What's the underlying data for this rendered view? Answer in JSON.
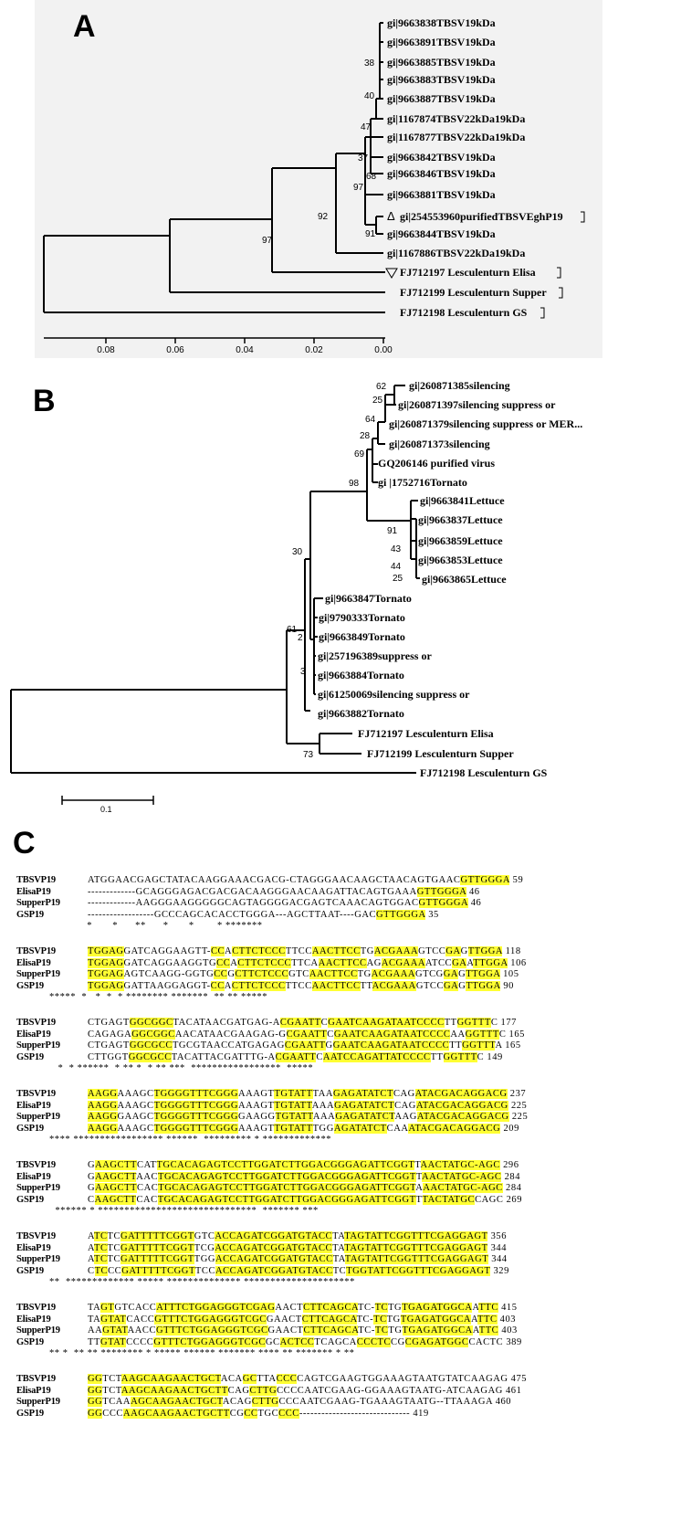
{
  "panels": {
    "A": "A",
    "B": "B",
    "C": "C"
  },
  "treeA": {
    "labels": [
      "gi|9663838TBSV19kDa",
      "gi|9663891TBSV19kDa",
      "gi|9663885TBSV19kDa",
      "gi|9663883TBSV19kDa",
      "gi|9663887TBSV19kDa",
      "gi|1167874TBSV22kDa19kDa",
      "gi|1167877TBSV22kDa19kDa",
      "gi|9663842TBSV19kDa",
      "gi|9663846TBSV19kDa",
      "gi|9663881TBSV19kDa",
      "gi|254553960purifiedTBSVEghP19",
      "gi|9663844TBSV19kDa",
      "gi|1167886TBSV22kDa19kDa",
      "FJ712197 Lesculenturn Elisa",
      "FJ712199 Lesculenturn Supper",
      "FJ712198 Lesculenturn GS"
    ],
    "bootstraps": [
      "38",
      "40",
      "47",
      "37",
      "68",
      "97",
      "92",
      "97",
      "91"
    ],
    "axis_ticks": [
      "0.08",
      "0.06",
      "0.04",
      "0.02",
      "0.00"
    ]
  },
  "treeB": {
    "labels": [
      "gi|260871385silencing",
      "gi|260871397silencing suppress or",
      "gi|260871379silencing suppress or MER...",
      "gi|260871373silencing",
      "GQ206146 purified virus",
      "gi |1752716Tornato",
      "gi|9663841Lettuce",
      "gi|9663837Lettuce",
      "gi|9663859Lettuce",
      "gi|9663853Lettuce",
      "gi|9663865Lettuce",
      "gi|9663847Tornato",
      "gi|9790333Tornato",
      "gi|9663849Tornato",
      "gi|257196389suppress or",
      "gi|9663884Tornato",
      "gi|61250069silencing suppress or",
      "gi|9663882Tornato",
      "FJ712197 Lesculenturn Elisa",
      "FJ712199 Lesculenturn Supper",
      "FJ712198 Lesculenturn GS"
    ],
    "bootstraps": [
      "62",
      "25",
      "64",
      "28",
      "69",
      "98",
      "91",
      "43",
      "44",
      "25",
      "30",
      "61",
      "2",
      "3",
      "73"
    ],
    "scale": "0.1"
  },
  "alignment": [
    {
      "rows": [
        {
          "label": "TBSVP19",
          "seq": "ATGGAACGAGCTATACAAGGAAACGACG-CTAGGGAACAAGCTAACAGTGAAC[GTTGGGA] 59"
        },
        {
          "label": "ElisaP19",
          "seq": "-------------GCAGGGAGACGACGACAAGGGAACAAGATTACAGTGAAA[GTTGGGA] 46"
        },
        {
          "label": "SupperP19",
          "seq": "-------------AAGGGAAGGGGGCAGTAGGGGACGAGTCAAACAGTGGAC[GTTGGGA] 46"
        },
        {
          "label": "GSP19",
          "seq": "------------------GCCCAGCACACCTGGGA---AGCTTAAT----GAC[GTTGGGA] 35"
        }
      ],
      "stars": "             *       *      **      *       *        * *******"
    },
    {
      "rows": [
        {
          "label": "TBSVP19",
          "seq": "[TGGAG]GATCAGGAAGTT-[CC]A[CTTCTCCC]TTCC[AACTTCC]TG[ACGAAA]GTCC[GA]G[TTGGA] 118"
        },
        {
          "label": "ElisaP19",
          "seq": "[TGGAG]GATCAGGAAGGTG[CC]A[CTTCTCCC]TTCA[AACTTCC]AG[ACGAAA]ATCC[GA]A[TTGGA] 106"
        },
        {
          "label": "SupperP19",
          "seq": "[TGGAG]AGTCAAGG-GGTG[CC]G[CTTCTCCC]GTC[AACTTCC]TG[ACGAAA]GTCG[GA]G[TTGGA] 105"
        },
        {
          "label": "GSP19",
          "seq": "[TGGAG]GATTAAGGAGGT-[CC]A[CTTCTCCC]TTCC[AACTTCC]TT[ACGAAA]GTCC[GA]G[TTGGA] 90"
        }
      ],
      "stars": "*****  *   *  *  * ******** *******  ** ** *****"
    },
    {
      "rows": [
        {
          "label": "TBSVP19",
          "seq": "CTGAGT[GGCGGC]TACATAACGATGAG-A[CGAATT]C[GAATCAAGATAATCCCC]TT[GGTTT]C 177"
        },
        {
          "label": "ElisaP19",
          "seq": "CAGAGA[GGCGGC]AACATAACGAAGAG-G[CGAATT]C[GAATCAAGATAATCCCC]AA[GGTTT]C 165"
        },
        {
          "label": "SupperP19",
          "seq": "CTGAGT[GGCGCC]TGCGTAACCATGAGAG[CGAATT]G[GAATCAAGATAATCCCC]TT[GGTTT]A 165"
        },
        {
          "label": "GSP19",
          "seq": "CTTGGT[GGCGCC]TACATTACGATTTG-A[CGAATT]C[AATCCAGATTATCCCC]TT[GGTTT]C 149"
        }
      ],
      "stars": "   *  * ******  * ** *  * ** ***  *****************  *****"
    },
    {
      "rows": [
        {
          "label": "TBSVP19",
          "seq": "[AAGG]AAAGC[TGGGGTTTCGGG]AAAGT[TGTATT]TAA[GAGATATCT]CAG[ATACGACAGGACG] 237"
        },
        {
          "label": "ElisaP19",
          "seq": "[AAGG]AAAGC[TGGGGTTTCGGG]AAAGT[TGTATT]AAA[GAGATATCT]CAG[ATACGACAGGACG] 225"
        },
        {
          "label": "SupperP19",
          "seq": "[AAGG]GAAGC[TGGGGTTTCGGG]GAAGG[TGTATT]AAA[GAGATATCT]AAG[ATACGACAGGACG] 225"
        },
        {
          "label": "GSP19",
          "seq": "[AAGG]AAAGC[TGGGGTTTCGGG]AAAGT[TGTATT]TGG[AGATATCT]CAA[ATACGACAGGACG] 209"
        }
      ],
      "stars": "**** ***************** ******  ********* * *************"
    },
    {
      "rows": [
        {
          "label": "TBSVP19",
          "seq": "G[AAGCTT]CAT[TGCACAGAGTCCTTGGATCTTGGACGGGAGATTCGGT]T[AACTATGC-AGC] 296"
        },
        {
          "label": "ElisaP19",
          "seq": "G[AAGCTT]AAC[TGCACAGAGTCCTTGGATCTTGGACGGGAGATTCGGT]T[AACTATGC-AGC] 284"
        },
        {
          "label": "SupperP19",
          "seq": "G[AAGCTT]CAC[TGCACAGAGTCCTTGGATCTTGGACGGGAGATTCGGT]A[AACTATGC-AGC] 284"
        },
        {
          "label": "GSP19",
          "seq": "C[AAGCTT]CAC[TGCACAGAGTCCTTGGATCTTGGACGGGAGATTCGGT]T[TACTATGC]CAGC 269"
        }
      ],
      "stars": "  ****** * ******************************  ******* ***"
    },
    {
      "rows": [
        {
          "label": "TBSVP19",
          "seq": "A[TC]TC[GATTTTTCGGT]GTC[ACCAGATCGGATGTACC]TA[TAGTATTCGGTTTCGAGGAGT] 356"
        },
        {
          "label": "ElisaP19",
          "seq": "A[TC]TC[GATTTTTCGGT]TCG[ACCAGATCGGATGTACC]TA[TAGTATTCGGTTTCGAGGAGT] 344"
        },
        {
          "label": "SupperP19",
          "seq": "A[TC]TC[GATTTTTCGGT]TGG[ACCAGATCGGATGTACC]TA[TAGTATTCGGTTTCGAGGAGT] 344"
        },
        {
          "label": "GSP19",
          "seq": "C[TC]CC[GATTTTTCGGT]TCC[ACCAGATCGGATGTACC]TC[TGGTATTCGGTTTCGAGGAGT] 329"
        }
      ],
      "stars": "**  ************* ***** ************** *********************"
    },
    {
      "rows": [
        {
          "label": "TBSVP19",
          "seq": "TA[GT]GTCACC[ATTTCTGGAGGGTCGAG]AACT[CTTCAGCA]TC-[TC]TG[TGAGATGGCA]A[TTC] 415"
        },
        {
          "label": "ElisaP19",
          "seq": "TA[GTAT]CACC[GTTTCTGGAGGGTCGC]GAACT[CTTCAGCA]TC-[TC]TG[TGAGATGGCA]A[TTC] 403"
        },
        {
          "label": "SupperP19",
          "seq": "AA[GTAT]AACC[GTTTCTGGAGGGTCGC]GAACT[CTTCAGCA]TC-[TC]TG[TGAGATGGCA]A[TTC] 403"
        },
        {
          "label": "GSP19",
          "seq": "TT[GTAT]CCCC[GTTTCTGGAGGGTCGC]GC[ACTCC]TCAGCA[CCCTC]CG[CGAGATGGC]CACTC 389"
        }
      ],
      "stars": "** *  ** ** ******** * ***** ****** ******* **** ** ******* * **"
    },
    {
      "rows": [
        {
          "label": "TBSVP19",
          "seq": "[GG]TCT[AAGCAAGAACTGCT]ACA[GC]TTA[CCC]CAGTCGAAGTGGAAAGTAATGTATCAAGAG 475"
        },
        {
          "label": "ElisaP19",
          "seq": "[GG]TCT[AAGCAAGAACTGCTT]CAG[CTTG]CCCCAATCGAAG-GGAAAGTAATG-ATCAAGAG 461"
        },
        {
          "label": "SupperP19",
          "seq": "[GG]TCAA[AGCAAGAACTGCT]ACAG[CTTG]CCCAATCGAAG-TGAAAGTAATG--TTAAAGA 460"
        },
        {
          "label": "GSP19",
          "seq": "[GG]CCC[AAGCAAGAACTGCTT]CG[CC]TGC[CCC]------------------------------ 419"
        }
      ],
      "stars": ""
    }
  ]
}
